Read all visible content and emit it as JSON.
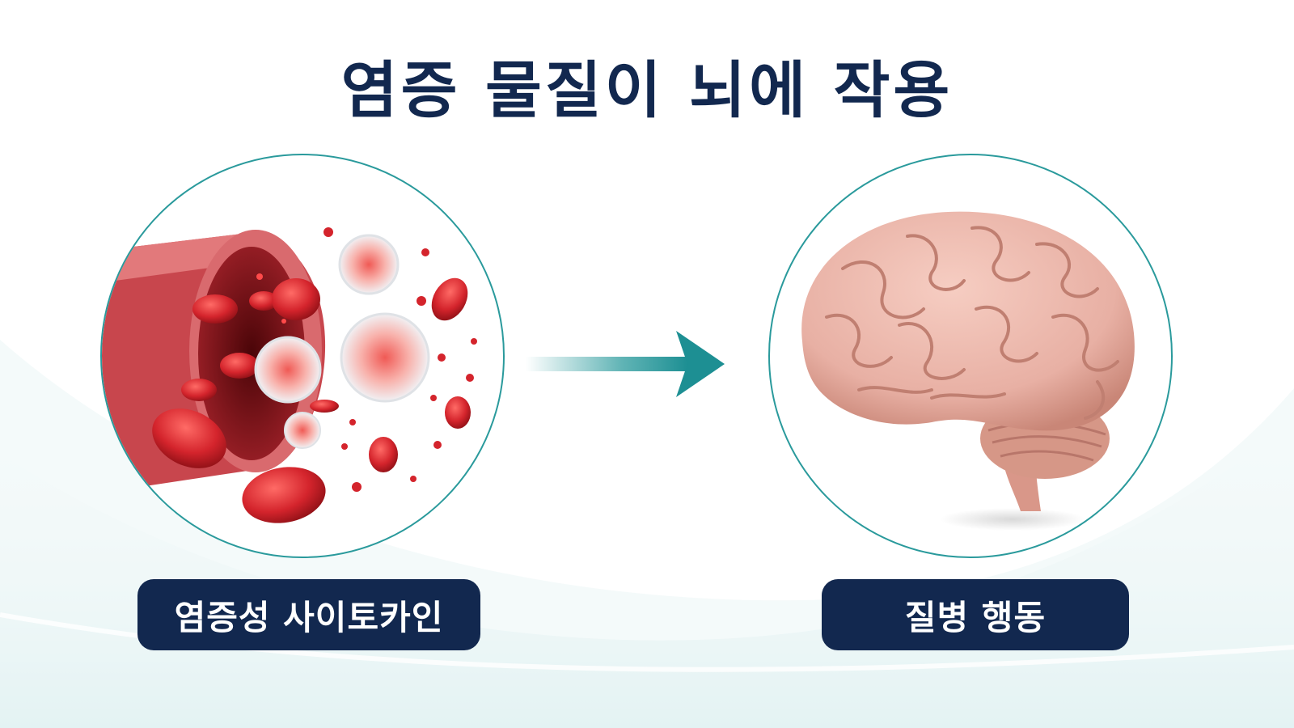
{
  "title": "염증 물질이 뇌에 작용",
  "left": {
    "label": "염증성 사이토카인",
    "icon": "blood-vessel-cytokine-illustration"
  },
  "right": {
    "label": "질병 행동",
    "icon": "brain-illustration"
  },
  "colors": {
    "navy": "#12284f",
    "teal": "#2a9a9c",
    "blood": "#d4242c",
    "brain": "#e8b0a4"
  }
}
